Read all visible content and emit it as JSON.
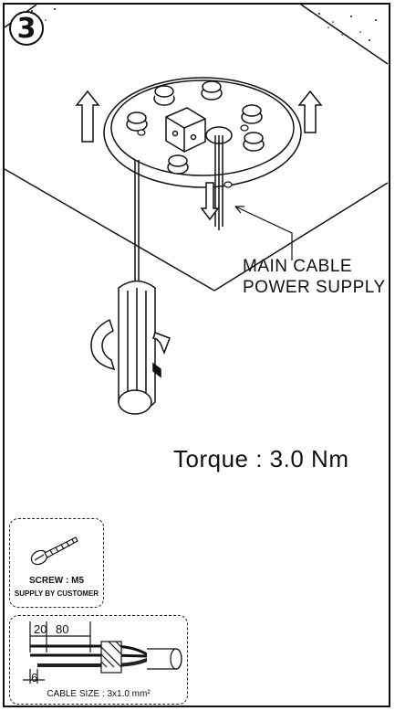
{
  "step": {
    "number": "3"
  },
  "callout": {
    "line1": "MAIN CABLE",
    "line2": "POWER SUPPLY"
  },
  "torque": {
    "text": "Torque : 3.0 Nm"
  },
  "screw": {
    "label": "SCREW : M5",
    "note": "SUPPLY BY CUSTOMER"
  },
  "cable": {
    "dim_a": "20",
    "dim_b": "80",
    "dim_c": "6",
    "label": "CABLE SIZE : 3x1.0 mm²"
  }
}
